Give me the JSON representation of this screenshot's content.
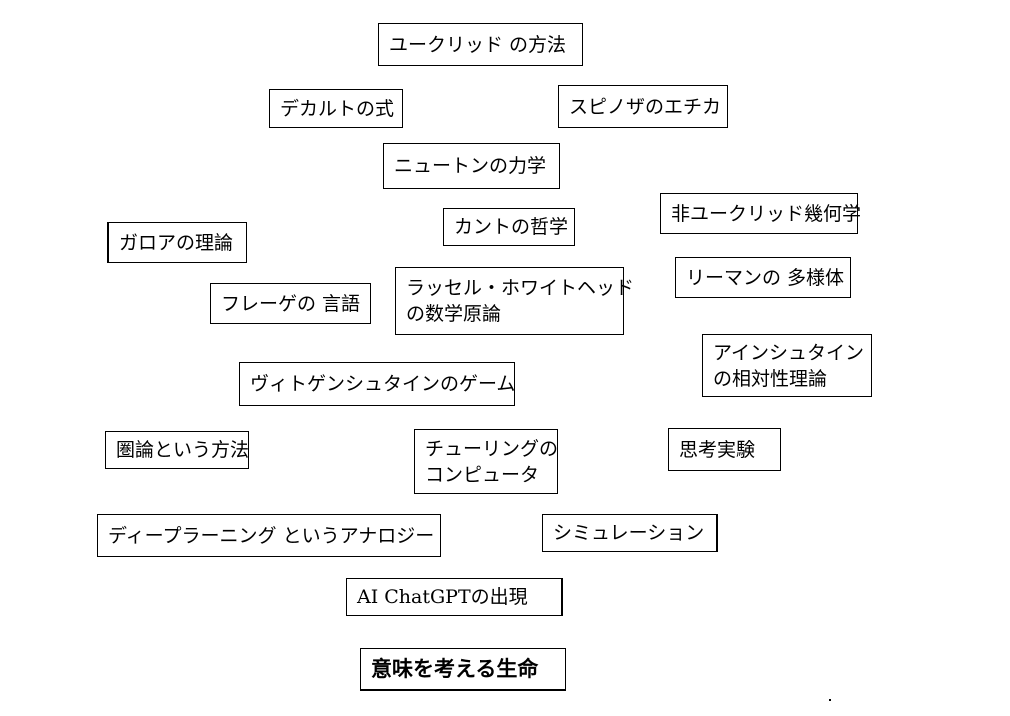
{
  "nodes": {
    "euclid": "ユークリッド の方法",
    "descartes": "デカルトの式",
    "spinoza": "スピノザのエチカ",
    "newton": "ニュートンの力学",
    "non_euclid": "非ユークリッド幾何学",
    "galois": "ガロアの理論",
    "kant": "カントの哲学",
    "riemann": "リーマンの 多様体",
    "frege": "フレーゲの 言語",
    "russell_1": "ラッセル・ホワイトヘッド",
    "russell_2": "の数学原論",
    "einstein_1": "アインシュタイン",
    "einstein_2": "の相対性理論",
    "wittgenstein": "ヴィトゲンシュタインのゲーム",
    "category": "圏論という方法",
    "turing_1": "チューリングの",
    "turing_2": "コンピュータ",
    "thought_exp": "思考実験",
    "deep_learning": "ディープラーニング というアナロジー",
    "simulation": "シミュレーション",
    "chatgpt": "AI ChatGPTの出現",
    "meaning": "意味を考える生命"
  }
}
